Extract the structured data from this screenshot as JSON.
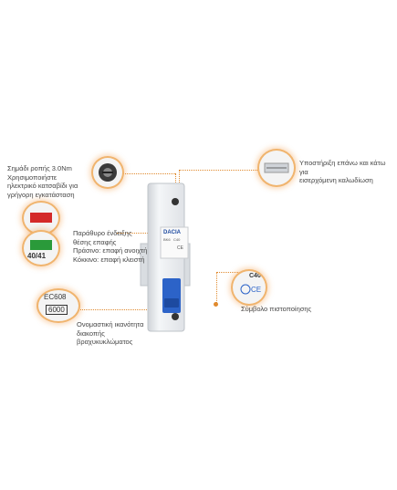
{
  "labels": {
    "torque": [
      "Σημάδι ροπής 3.0Nm",
      "Χρησιμοποιήστε",
      "ηλεκτρικό κατσαβίδι για",
      "γρήγορη εγκατάσταση"
    ],
    "support": [
      "Υποστήριξη επάνω και κάτω για",
      "εισερχόμενη καλωδίωση"
    ],
    "window": [
      "Παράθυρο ένδειξης",
      "θέσης επαφής",
      "Πράσινο: επαφή ανοιχτή",
      "Κόκκινο: επαφή κλειστή"
    ],
    "cert": "Σύμβολο πιστοποίησης",
    "capacity": [
      "Ονομαστική ικανότητα",
      "διακοπής",
      "βραχυκυκλώματος"
    ]
  },
  "breaker": {
    "brand": "DACIA",
    "model": "BK6",
    "rating_code": "C40",
    "mark_ce": "CE"
  },
  "thumbs": {
    "window_text": "40/41",
    "standard": "EC608",
    "capacity": "6000",
    "cert_rating": "C40"
  },
  "colors": {
    "accent": "#e08a2e",
    "handle": "#2c63c8",
    "red_indicator": "#d42a2a",
    "green_indicator": "#2a9a3a"
  }
}
